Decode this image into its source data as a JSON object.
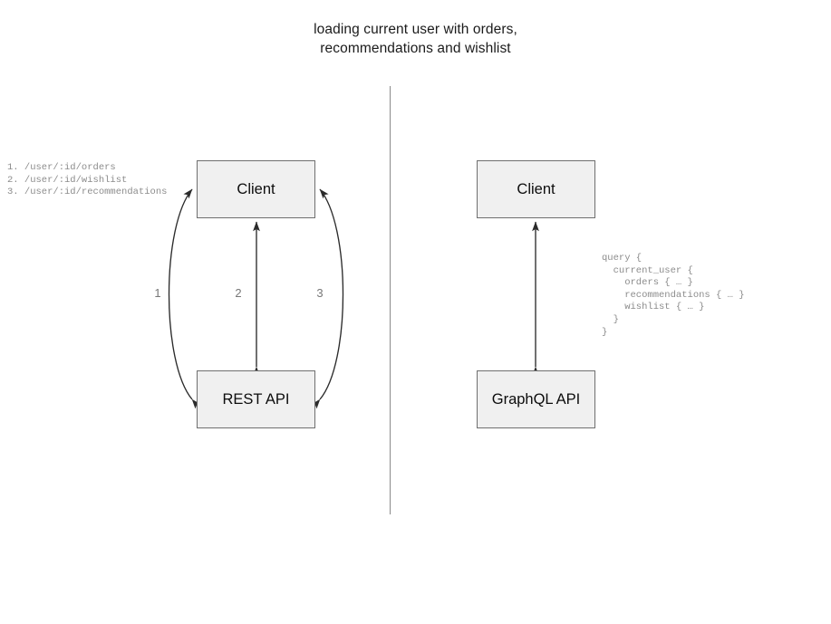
{
  "title": {
    "line1": "loading current user with orders,",
    "line2": "recommendations and wishlist"
  },
  "divider": {
    "name": "vertical-divider",
    "color": "#8a8a8a"
  },
  "rest_side": {
    "client_node": "Client",
    "api_node": "REST API",
    "edge_labels": [
      "1",
      "2",
      "3"
    ],
    "endpoints_text": "1. /user/:id/orders\n2. /user/:id/wishlist\n3. /user/:id/recommendations",
    "endpoints": [
      "1. /user/:id/orders",
      "2. /user/:id/wishlist",
      "3. /user/:id/recommendations"
    ]
  },
  "graphql_side": {
    "client_node": "Client",
    "api_node": "GraphQL API",
    "query_text": "query {\n  current_user {\n    orders { … }\n    recommendations { … }\n    wishlist { … }\n  }\n}",
    "query_lines": [
      "query {",
      "  current_user {",
      "    orders { … }",
      "    recommendations { … }",
      "    wishlist { … }",
      "  }",
      "}"
    ]
  },
  "colors": {
    "node_fill": "#f0f0f0",
    "node_border": "#6f6f6f",
    "arrow": "#2b2b2b",
    "annotation_text": "#8c8c8c",
    "title_text": "#1b1b1b",
    "background": "#ffffff"
  }
}
